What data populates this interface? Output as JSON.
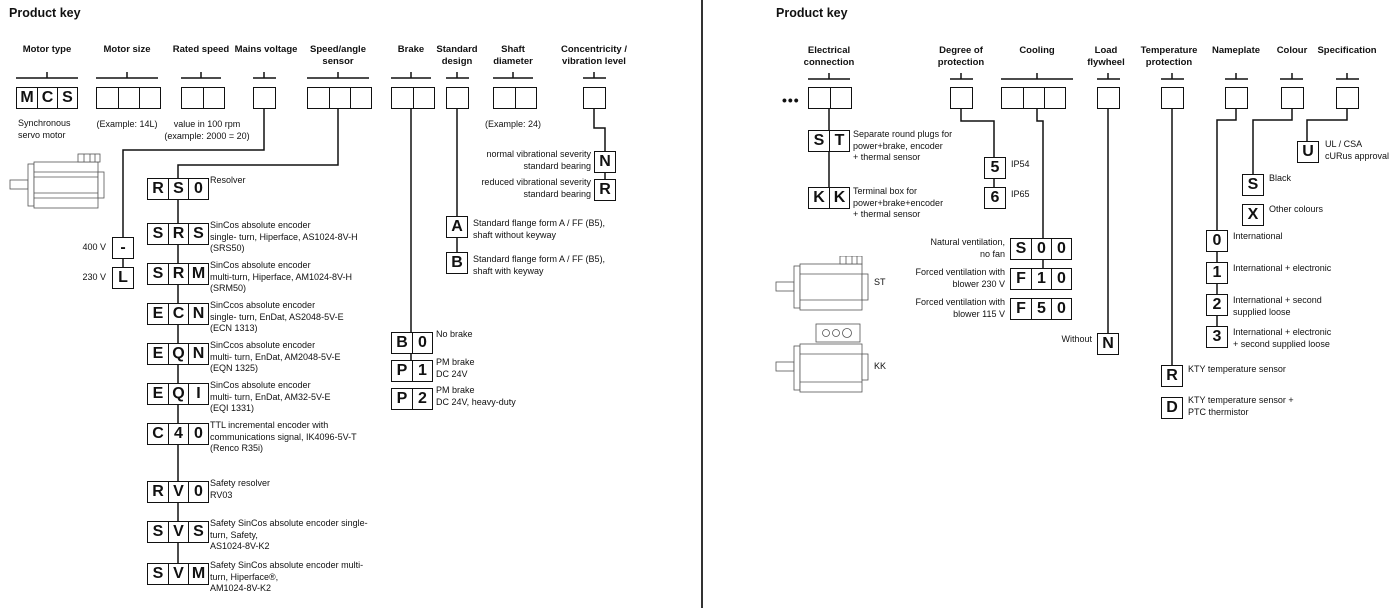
{
  "left": {
    "title": "Product key",
    "headers": {
      "motor_type": "Motor type",
      "motor_size": "Motor size",
      "rated_speed": "Rated speed",
      "mains_voltage": "Mains voltage",
      "sensor_l1": "Speed/angle",
      "sensor_l2": "sensor",
      "brake": "Brake",
      "standard_l1": "Standard",
      "standard_l2": "design",
      "shaft_l1": "Shaft",
      "shaft_l2": "diameter",
      "conc_l1": "Concentricity /",
      "conc_l2": "vibration level"
    },
    "motor_type_code": [
      "M",
      "C",
      "S"
    ],
    "motor_type_desc_l1": "Synchronous",
    "motor_type_desc_l2": "servo motor",
    "motor_size_note": "(Example: 14L)",
    "rated_speed_note_l1": "value in 100 rpm",
    "rated_speed_note_l2": "(example: 2000 = 20)",
    "shaft_note": "(Example: 24)",
    "voltage_options": [
      {
        "code": "-",
        "label": "400 V"
      },
      {
        "code": "L",
        "label": "230 V"
      }
    ],
    "sensor_options": [
      {
        "code": [
          "R",
          "S",
          "0"
        ],
        "lines": [
          "Resolver"
        ]
      },
      {
        "code": [
          "S",
          "R",
          "S"
        ],
        "lines": [
          "SinCos absolute encoder",
          "single- turn, Hiperface, AS1024-8V-H",
          "(SRS50)"
        ]
      },
      {
        "code": [
          "S",
          "R",
          "M"
        ],
        "lines": [
          "SinCos absolute encoder",
          "multi-turn, Hiperface, AM1024-8V-H",
          "(SRM50)"
        ]
      },
      {
        "code": [
          "E",
          "C",
          "N"
        ],
        "lines": [
          "SinCcos absolute encoder",
          "single- turn, EnDat, AS2048-5V-E",
          "(ECN 1313)"
        ]
      },
      {
        "code": [
          "E",
          "Q",
          "N"
        ],
        "lines": [
          "SinCcos absolute encoder",
          "multi- turn, EnDat, AM2048-5V-E",
          "(EQN 1325)"
        ]
      },
      {
        "code": [
          "E",
          "Q",
          "I"
        ],
        "lines": [
          "SinCos absolute encoder",
          "multi- turn, EnDat, AM32-5V-E",
          "(EQI 1331)"
        ]
      },
      {
        "code": [
          "C",
          "4",
          "0"
        ],
        "lines": [
          "TTL incremental encoder with",
          "communications signal, IK4096-5V-T",
          "(Renco R35i)"
        ]
      },
      {
        "code": [
          "R",
          "V",
          "0"
        ],
        "lines": [
          "Safety resolver",
          "RV03"
        ]
      },
      {
        "code": [
          "S",
          "V",
          "S"
        ],
        "lines": [
          "Safety SinCos absolute encoder single-",
          "turn, Safety,",
          "AS1024-8V-K2"
        ]
      },
      {
        "code": [
          "S",
          "V",
          "M"
        ],
        "lines": [
          "Safety SinCos absolute encoder multi-",
          "turn, Hiperface®,",
          "AM1024-8V-K2"
        ]
      }
    ],
    "brake_options": [
      {
        "code": [
          "B",
          "0"
        ],
        "lines": [
          "No brake"
        ]
      },
      {
        "code": [
          "P",
          "1"
        ],
        "lines": [
          "PM brake",
          "DC 24V"
        ]
      },
      {
        "code": [
          "P",
          "2"
        ],
        "lines": [
          "PM brake",
          "DC 24V, heavy-duty"
        ]
      }
    ],
    "design_options": [
      {
        "code": "A",
        "lines": [
          "Standard flange form A / FF (B5),",
          "shaft without keyway"
        ]
      },
      {
        "code": "B",
        "lines": [
          "Standard flange form A / FF (B5),",
          "shaft with keyway"
        ]
      }
    ],
    "vibration_options": [
      {
        "code": "N",
        "lines": [
          "normal vibrational severity",
          "standard bearing"
        ]
      },
      {
        "code": "R",
        "lines": [
          "reduced vibrational severity",
          "standard bearing"
        ]
      }
    ]
  },
  "right": {
    "title": "Product key",
    "continuation": "•••",
    "headers": {
      "elec_l1": "Electrical",
      "elec_l2": "connection",
      "prot_l1": "Degree of",
      "prot_l2": "protection",
      "cooling": "Cooling",
      "load_l1": "Load",
      "load_l2": "flywheel",
      "temp_l1": "Temperature",
      "temp_l2": "protection",
      "nameplate": "Nameplate",
      "colour": "Colour",
      "spec": "Specification"
    },
    "electrical_options": [
      {
        "code": [
          "S",
          "T"
        ],
        "lines": [
          "Separate round plugs for",
          "power+brake, encoder",
          "+ thermal sensor"
        ]
      },
      {
        "code": [
          "K",
          "K"
        ],
        "lines": [
          "Terminal box for",
          "power+brake+encoder",
          "+ thermal sensor"
        ]
      }
    ],
    "protection_options": [
      {
        "code": "5",
        "label": "IP54"
      },
      {
        "code": "6",
        "label": "IP65"
      }
    ],
    "cooling_options": [
      {
        "code": [
          "S",
          "0",
          "0"
        ],
        "lines": [
          "Natural ventilation,",
          "no fan"
        ]
      },
      {
        "code": [
          "F",
          "1",
          "0"
        ],
        "lines": [
          "Forced ventilation with",
          "blower 230 V"
        ]
      },
      {
        "code": [
          "F",
          "5",
          "0"
        ],
        "lines": [
          "Forced ventilation with",
          "blower 115 V"
        ]
      }
    ],
    "flywheel_option": {
      "code": "N",
      "label": "Without"
    },
    "temperature_options": [
      {
        "code": "R",
        "lines": [
          "KTY temperature sensor"
        ]
      },
      {
        "code": "D",
        "lines": [
          "KTY temperature sensor +",
          "PTC thermistor"
        ]
      }
    ],
    "nameplate_options": [
      {
        "code": "0",
        "lines": [
          "International"
        ]
      },
      {
        "code": "1",
        "lines": [
          "International + electronic"
        ]
      },
      {
        "code": "2",
        "lines": [
          "International + second",
          "supplied loose"
        ]
      },
      {
        "code": "3",
        "lines": [
          "International + electronic",
          "+ second supplied loose"
        ]
      }
    ],
    "colour_options": [
      {
        "code": "S",
        "label": "Black"
      },
      {
        "code": "X",
        "label": "Other colours"
      }
    ],
    "spec_option": {
      "code": "U",
      "lines": [
        "UL / CSA",
        "cURus approval"
      ]
    },
    "motor_labels": {
      "st": "ST",
      "kk": "KK"
    }
  }
}
